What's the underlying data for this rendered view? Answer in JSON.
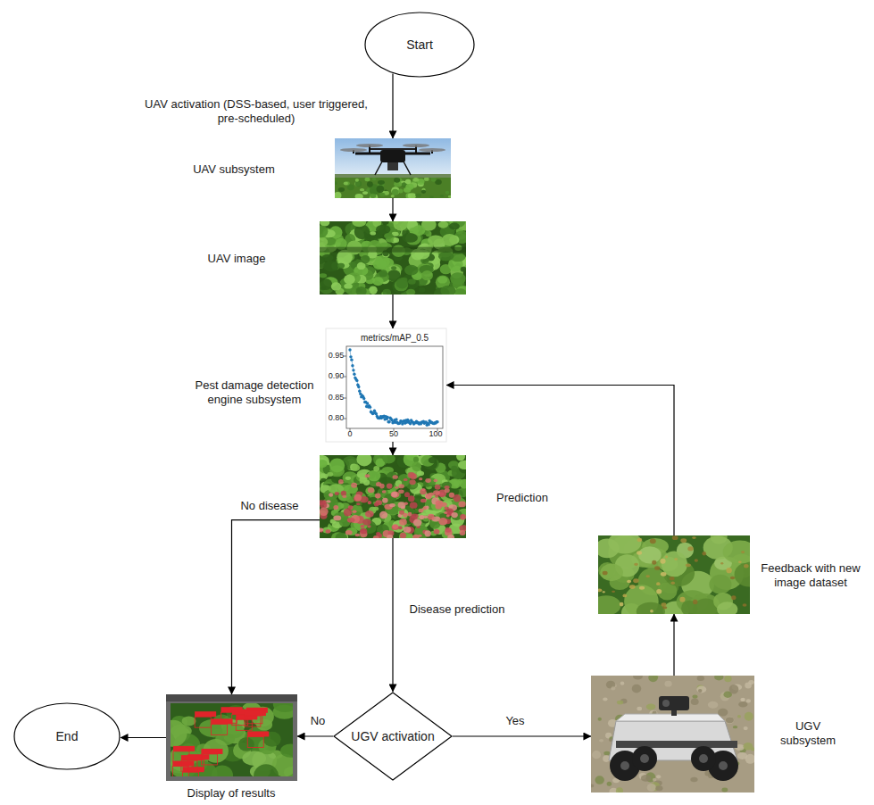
{
  "diagram": {
    "nodes": [
      {
        "text": [
          "Start"
        ]
      },
      {
        "text": [
          "UAV subsystem"
        ]
      },
      {
        "text": [
          "UAV image"
        ]
      },
      {
        "text": [
          "Pest damage detection engine subsystem"
        ]
      },
      {
        "text": [
          "Prediction"
        ]
      },
      {
        "text": [
          "UGV activation"
        ]
      },
      {
        "text": [
          "Display of results"
        ]
      },
      {
        "text": [
          "End"
        ]
      },
      {
        "text": [
          "UGV subsystem"
        ]
      },
      {
        "text": [
          "Feedback with new image dataset"
        ]
      }
    ],
    "edges": [
      {
        "from": 0,
        "to": 1,
        "arrow": "to",
        "label": "UAV activation (DSS-based, user triggered, pre-scheduled)"
      },
      {
        "from": 1,
        "to": 2,
        "arrow": "to"
      },
      {
        "from": 2,
        "to": 3,
        "arrow": "to"
      },
      {
        "from": 3,
        "to": 4,
        "arrow": "to"
      },
      {
        "from": 4,
        "to": 6,
        "arrow": "to",
        "label": "No disease"
      },
      {
        "from": 4,
        "to": 5,
        "arrow": "to",
        "label": "Disease prediction"
      },
      {
        "from": 5,
        "to": 6,
        "arrow": "to",
        "label": "No"
      },
      {
        "from": 6,
        "to": 7,
        "arrow": "to"
      },
      {
        "from": 5,
        "to": 8,
        "arrow": "to",
        "label": "Yes"
      },
      {
        "from": 8,
        "to": 9,
        "arrow": "to"
      },
      {
        "from": 9,
        "to": 3,
        "arrow": "to"
      }
    ],
    "labels": [
      "metrics/mAP_0.5",
      "0.95",
      "0.90",
      "0.85",
      "0.80",
      "0",
      "50",
      "100"
    ]
  }
}
